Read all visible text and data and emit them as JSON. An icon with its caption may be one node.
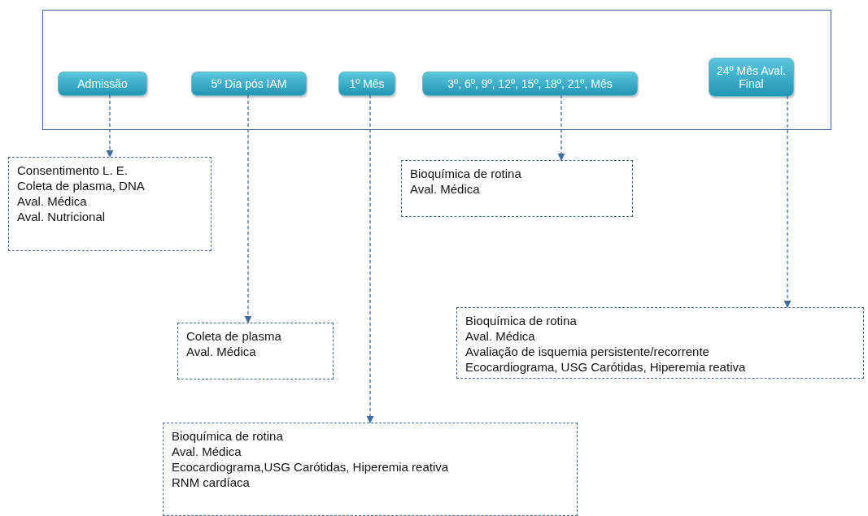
{
  "diagram": {
    "nodes": [
      {
        "text": [],
        "shape": "box"
      },
      {
        "text": [
          "Admissão"
        ],
        "in": 0
      },
      {
        "text": [
          "5º Dia pós IAM"
        ],
        "in": 0
      },
      {
        "text": [
          "1º Mês"
        ],
        "in": 0
      },
      {
        "text": [
          "3º, 6º, 9º, 12º, 15º, 18º, 21º, Mês"
        ],
        "in": 0
      },
      {
        "text": [
          "24º Mês Aval. Final"
        ],
        "in": 0
      },
      {
        "text": [
          "Consentimento L. E.",
          "Coleta de plasma, DNA",
          "Aval. Médica",
          "Aval. Nutricional"
        ]
      },
      {
        "text": [
          "Bioquímica de rotina",
          "Aval. Médica"
        ]
      },
      {
        "text": [
          "Coleta de plasma",
          "Aval. Médica"
        ]
      },
      {
        "text": [
          "Bioquímica de rotina",
          "Aval. Médica",
          "Avaliação de isquemia persistente/recorrente",
          "Ecocardiograma, USG Carótidas, Hiperemia reativa"
        ]
      },
      {
        "text": [
          "Bioquímica de rotina",
          "Aval. Médica",
          "Ecocardiograma,USG Carótidas, Hiperemia reativa",
          "RNM cardíaca"
        ]
      }
    ],
    "edges": [
      {
        "from": 1,
        "to": 6,
        "arrow": "to",
        "style": "dashed"
      },
      {
        "from": 2,
        "to": 8,
        "arrow": "to",
        "style": "dashed"
      },
      {
        "from": 3,
        "to": 10,
        "arrow": "to",
        "style": "dashed"
      },
      {
        "from": 4,
        "to": 7,
        "arrow": "to",
        "style": "dashed"
      },
      {
        "from": 5,
        "to": 9,
        "arrow": "to",
        "style": "dashed"
      }
    ]
  }
}
